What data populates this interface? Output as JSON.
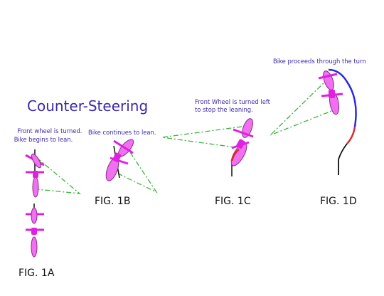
{
  "title": "Counter-Steering",
  "captions": {
    "a_line1": "Front wheel is turned.",
    "a_line2": "Bike begins to lean.",
    "b": "Bike continues to lean.",
    "c_line1": "Front Wheel is turned left",
    "c_line2": "to stop the leaning.",
    "d": "Bike proceeds through the turn"
  },
  "figures": {
    "a": "FIG. 1A",
    "b": "FIG. 1B",
    "c": "FIG. 1C",
    "d": "FIG. 1D"
  },
  "colors": {
    "title": "#3a2aa8",
    "caption": "#3a2aa8",
    "bike": "#e020e0",
    "bike_outline": "#8a2c8a",
    "guide": "#3cb43c",
    "path_blue": "#2a2adc",
    "path_red": "#d82a2a",
    "path_black": "#111111",
    "label": "#111111"
  }
}
